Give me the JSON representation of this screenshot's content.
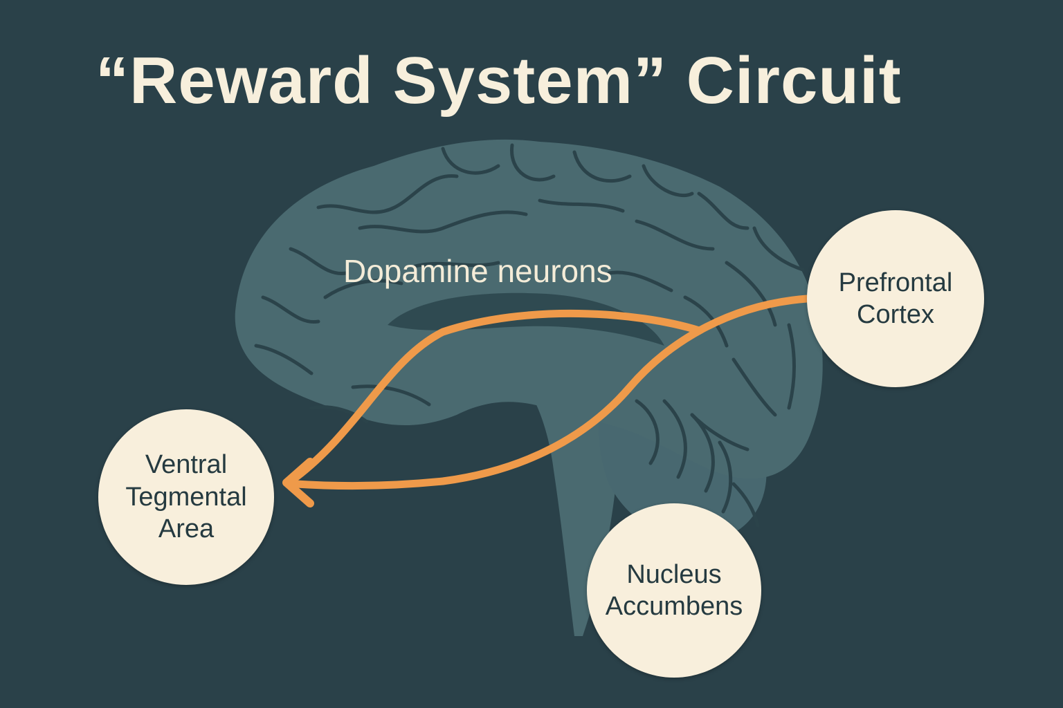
{
  "title": "“Reward System” Circuit",
  "pathway_label": "Dopamine neurons",
  "nodes": {
    "vta": {
      "label": "Ventral\nTegmental\nArea"
    },
    "pfc": {
      "label": "Prefrontal\nCortex"
    },
    "nac": {
      "label": "Nucleus\nAccumbens"
    }
  },
  "colors": {
    "background": "#2a4149",
    "brain": "#4a6a70",
    "brain_lines": "#2b434a",
    "arrow": "#ef9a4a",
    "node_fill": "#f8efdc",
    "title_text": "#f7efdc",
    "node_text": "#253a40"
  },
  "icons": {
    "brain": "sagittal-brain-illustration",
    "arrowhead": "arrowhead-left"
  }
}
